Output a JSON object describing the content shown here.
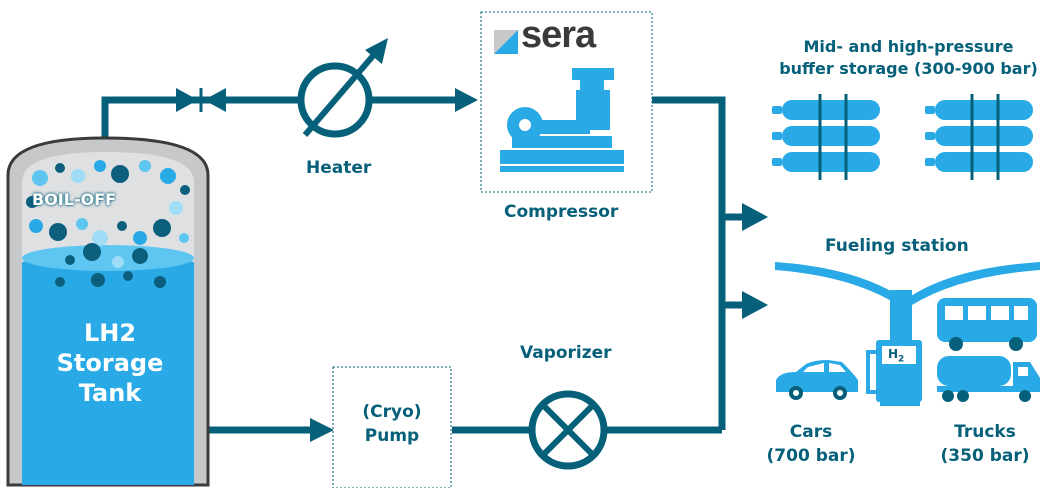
{
  "tank": {
    "label_line1": "LH2",
    "label_line2": "Storage",
    "label_line3": "Tank",
    "boiloff_label": "BOIL-OFF"
  },
  "heater": {
    "label": "Heater"
  },
  "compressor": {
    "brand": "sera",
    "label": "Compressor"
  },
  "pump": {
    "label_line1": "(Cryo)",
    "label_line2": "Pump"
  },
  "vaporizer": {
    "label": "Vaporizer"
  },
  "buffer": {
    "title_line1": "Mid- and high-pressure",
    "title_line2": "buffer storage (300-900 bar)"
  },
  "station": {
    "label": "Fueling station",
    "h2_badge": "H2"
  },
  "cars": {
    "label_line1": "Cars",
    "label_line2": "(700 bar)"
  },
  "trucks": {
    "label_line1": "Trucks",
    "label_line2": "(350 bar)"
  },
  "colors": {
    "pipe": "#06607a",
    "liquid": "#29a9e6",
    "tank_shell": "#c7c8ca",
    "tank_outline": "#3a3a3a",
    "bubble_dark": "#0b5f7c",
    "bubble_light": "#5ec6f0",
    "text": "#06607a"
  }
}
